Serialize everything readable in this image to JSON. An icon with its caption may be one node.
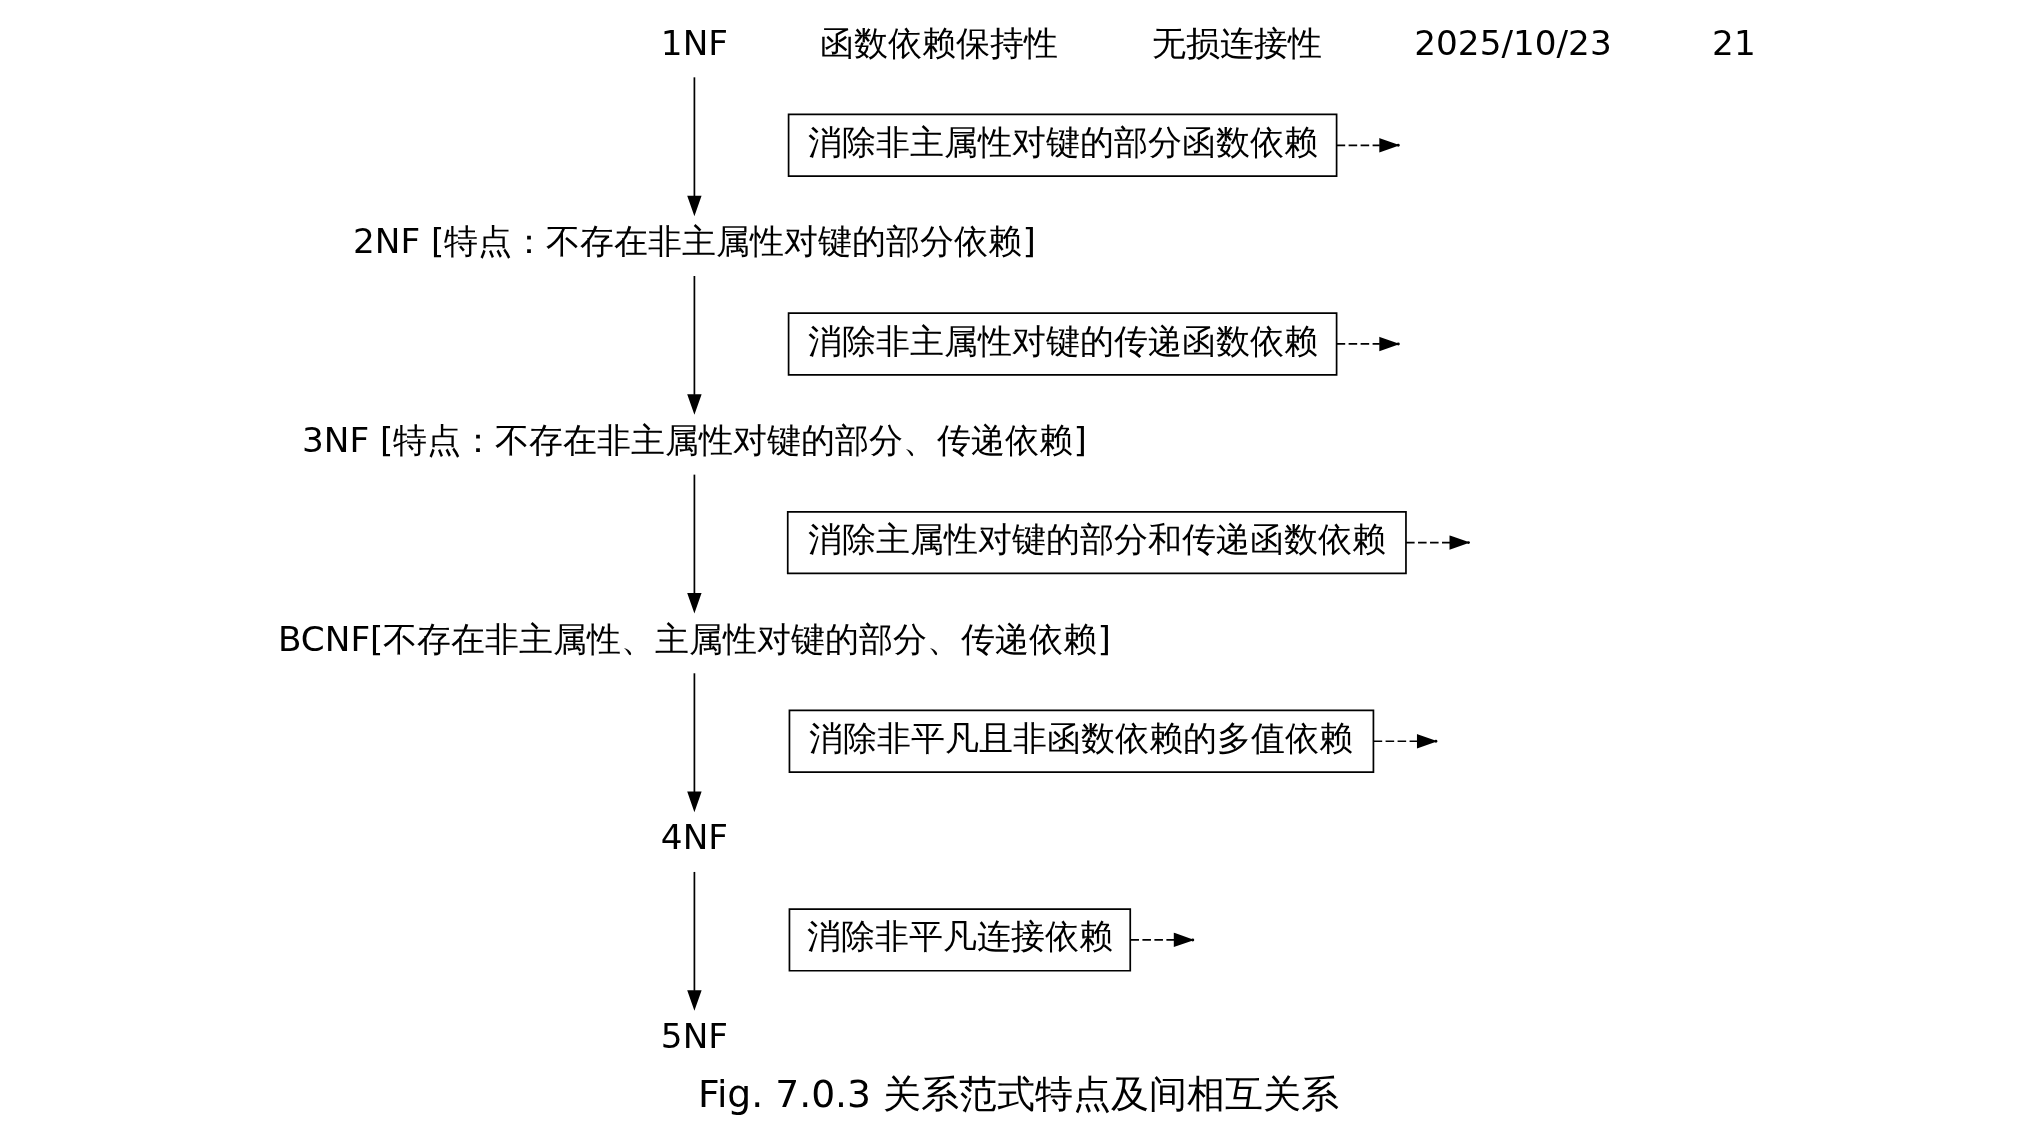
{
  "diagram": {
    "caption": "Fig. 7.0.3 关系范式特点及间相互关系",
    "nodes": [
      {
        "text": [
          "1NF"
        ]
      },
      {
        "text": [
          "消除非主属性对键的部分函数依赖"
        ]
      },
      {
        "text": [
          "2NF [特点：不存在非主属性对键的部分依赖]"
        ]
      },
      {
        "text": [
          "消除非主属性对键的传递函数依赖"
        ]
      },
      {
        "text": [
          "3NF [特点：不存在非主属性对键的部分、传递依赖]"
        ]
      },
      {
        "text": [
          "消除主属性对键的部分和传递函数依赖"
        ]
      },
      {
        "text": [
          "BCNF[不存在非主属性、主属性对键的部分、传递依赖]"
        ]
      },
      {
        "text": [
          "消除非平凡且非函数依赖的多值依赖"
        ]
      },
      {
        "text": [
          "4NF"
        ]
      },
      {
        "text": [
          "消除非平凡连接依赖"
        ]
      },
      {
        "text": [
          "5NF"
        ]
      }
    ],
    "edges": [
      {
        "from": 0,
        "to": 2,
        "arrow": "to"
      },
      {
        "from": 1,
        "to": null,
        "arrow": "to",
        "style": "dashed"
      },
      {
        "from": 2,
        "to": 4,
        "arrow": "to"
      },
      {
        "from": 3,
        "to": null,
        "arrow": "to",
        "style": "dashed"
      },
      {
        "from": 4,
        "to": 6,
        "arrow": "to"
      },
      {
        "from": 5,
        "to": null,
        "arrow": "to",
        "style": "dashed"
      },
      {
        "from": 6,
        "to": 8,
        "arrow": "to"
      },
      {
        "from": 7,
        "to": null,
        "arrow": "to",
        "style": "dashed"
      },
      {
        "from": 8,
        "to": 10,
        "arrow": "to"
      },
      {
        "from": 9,
        "to": null,
        "arrow": "to",
        "style": "dashed"
      }
    ],
    "labels": [
      "函数依赖保持性",
      "无损连接性",
      "2025/10/23",
      "21"
    ]
  }
}
